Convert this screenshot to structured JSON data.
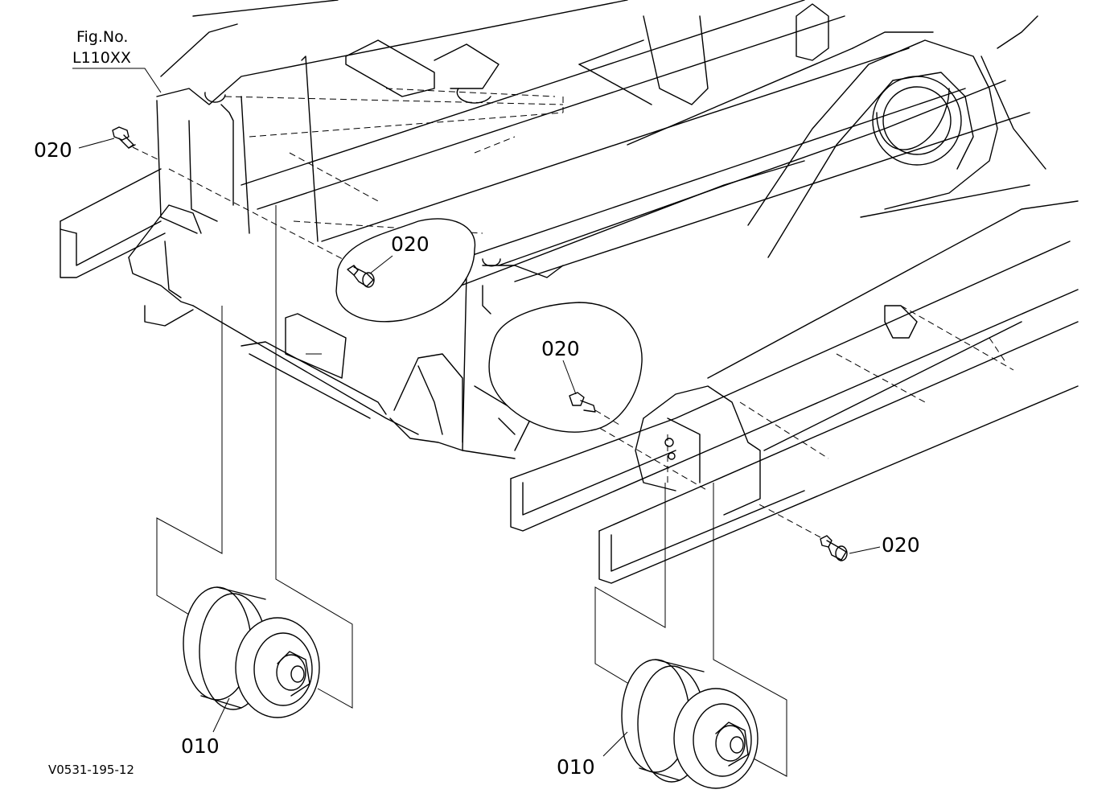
{
  "figure": {
    "label": "Fig.No.",
    "number": "L110XX"
  },
  "callouts": {
    "bolt_left": "020",
    "bolt_center": "020",
    "bolt_mid": "020",
    "bolt_right": "020",
    "roller_left": "010",
    "roller_right": "010"
  },
  "drawing_code": "V0531-195-12"
}
